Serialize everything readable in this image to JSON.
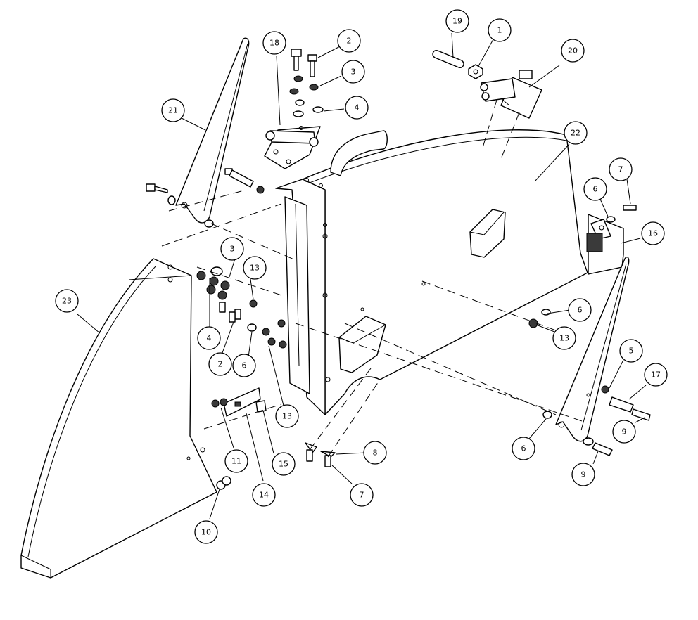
{
  "callouts": [
    {
      "label": "1"
    },
    {
      "label": "2"
    },
    {
      "label": "3"
    },
    {
      "label": "4"
    },
    {
      "label": "19"
    },
    {
      "label": "20"
    },
    {
      "label": "18"
    },
    {
      "label": "21"
    },
    {
      "label": "22"
    },
    {
      "label": "7"
    },
    {
      "label": "6"
    },
    {
      "label": "16"
    },
    {
      "label": "3"
    },
    {
      "label": "13"
    },
    {
      "label": "23"
    },
    {
      "label": "4"
    },
    {
      "label": "2"
    },
    {
      "label": "6"
    },
    {
      "label": "13"
    },
    {
      "label": "6"
    },
    {
      "label": "13"
    },
    {
      "label": "5"
    },
    {
      "label": "17"
    },
    {
      "label": "9"
    },
    {
      "label": "9"
    },
    {
      "label": "6"
    },
    {
      "label": "8"
    },
    {
      "label": "7"
    },
    {
      "label": "11"
    },
    {
      "label": "15"
    },
    {
      "label": "14"
    },
    {
      "label": "10"
    }
  ]
}
